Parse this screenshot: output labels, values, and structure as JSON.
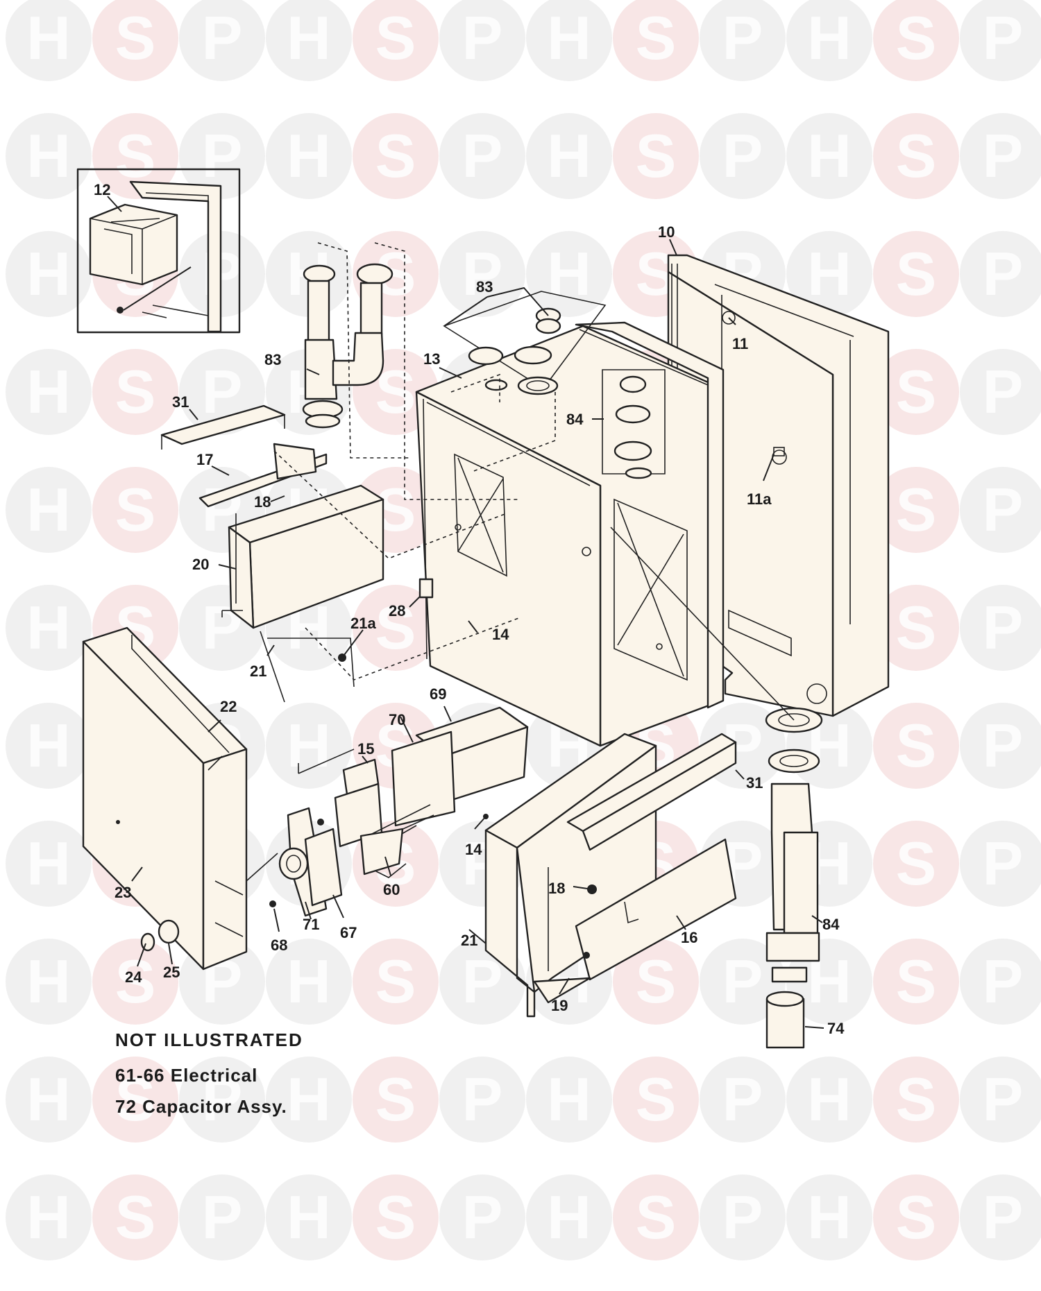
{
  "watermark": {
    "letters": [
      "H",
      "S",
      "P"
    ],
    "colors": {
      "H": "#e4e4e4",
      "S": "#f3d2d2",
      "P": "#e4e4e4"
    }
  },
  "callouts": {
    "c12": "12",
    "c10": "10",
    "c83a": "83",
    "c83b": "83",
    "c11": "11",
    "c13": "13",
    "c84a": "84",
    "c31a": "31",
    "c17": "17",
    "c18a": "18",
    "c11a": "11a",
    "c20": "20",
    "c28": "28",
    "c21a": "21a",
    "c14a": "14",
    "c21b": "21",
    "c22": "22",
    "c69": "69",
    "c70": "70",
    "c15": "15",
    "c31b": "31",
    "c14b": "14",
    "c60": "60",
    "c18b": "18",
    "c23": "23",
    "c71": "71",
    "c67": "67",
    "c68": "68",
    "c16": "16",
    "c84b": "84",
    "c21c": "21",
    "c24": "24",
    "c25": "25",
    "c19": "19",
    "c74": "74"
  },
  "notes": {
    "title": "NOT ILLUSTRATED",
    "line1": "61-66 Electrical",
    "line2": "72 Capacitor Assy."
  }
}
